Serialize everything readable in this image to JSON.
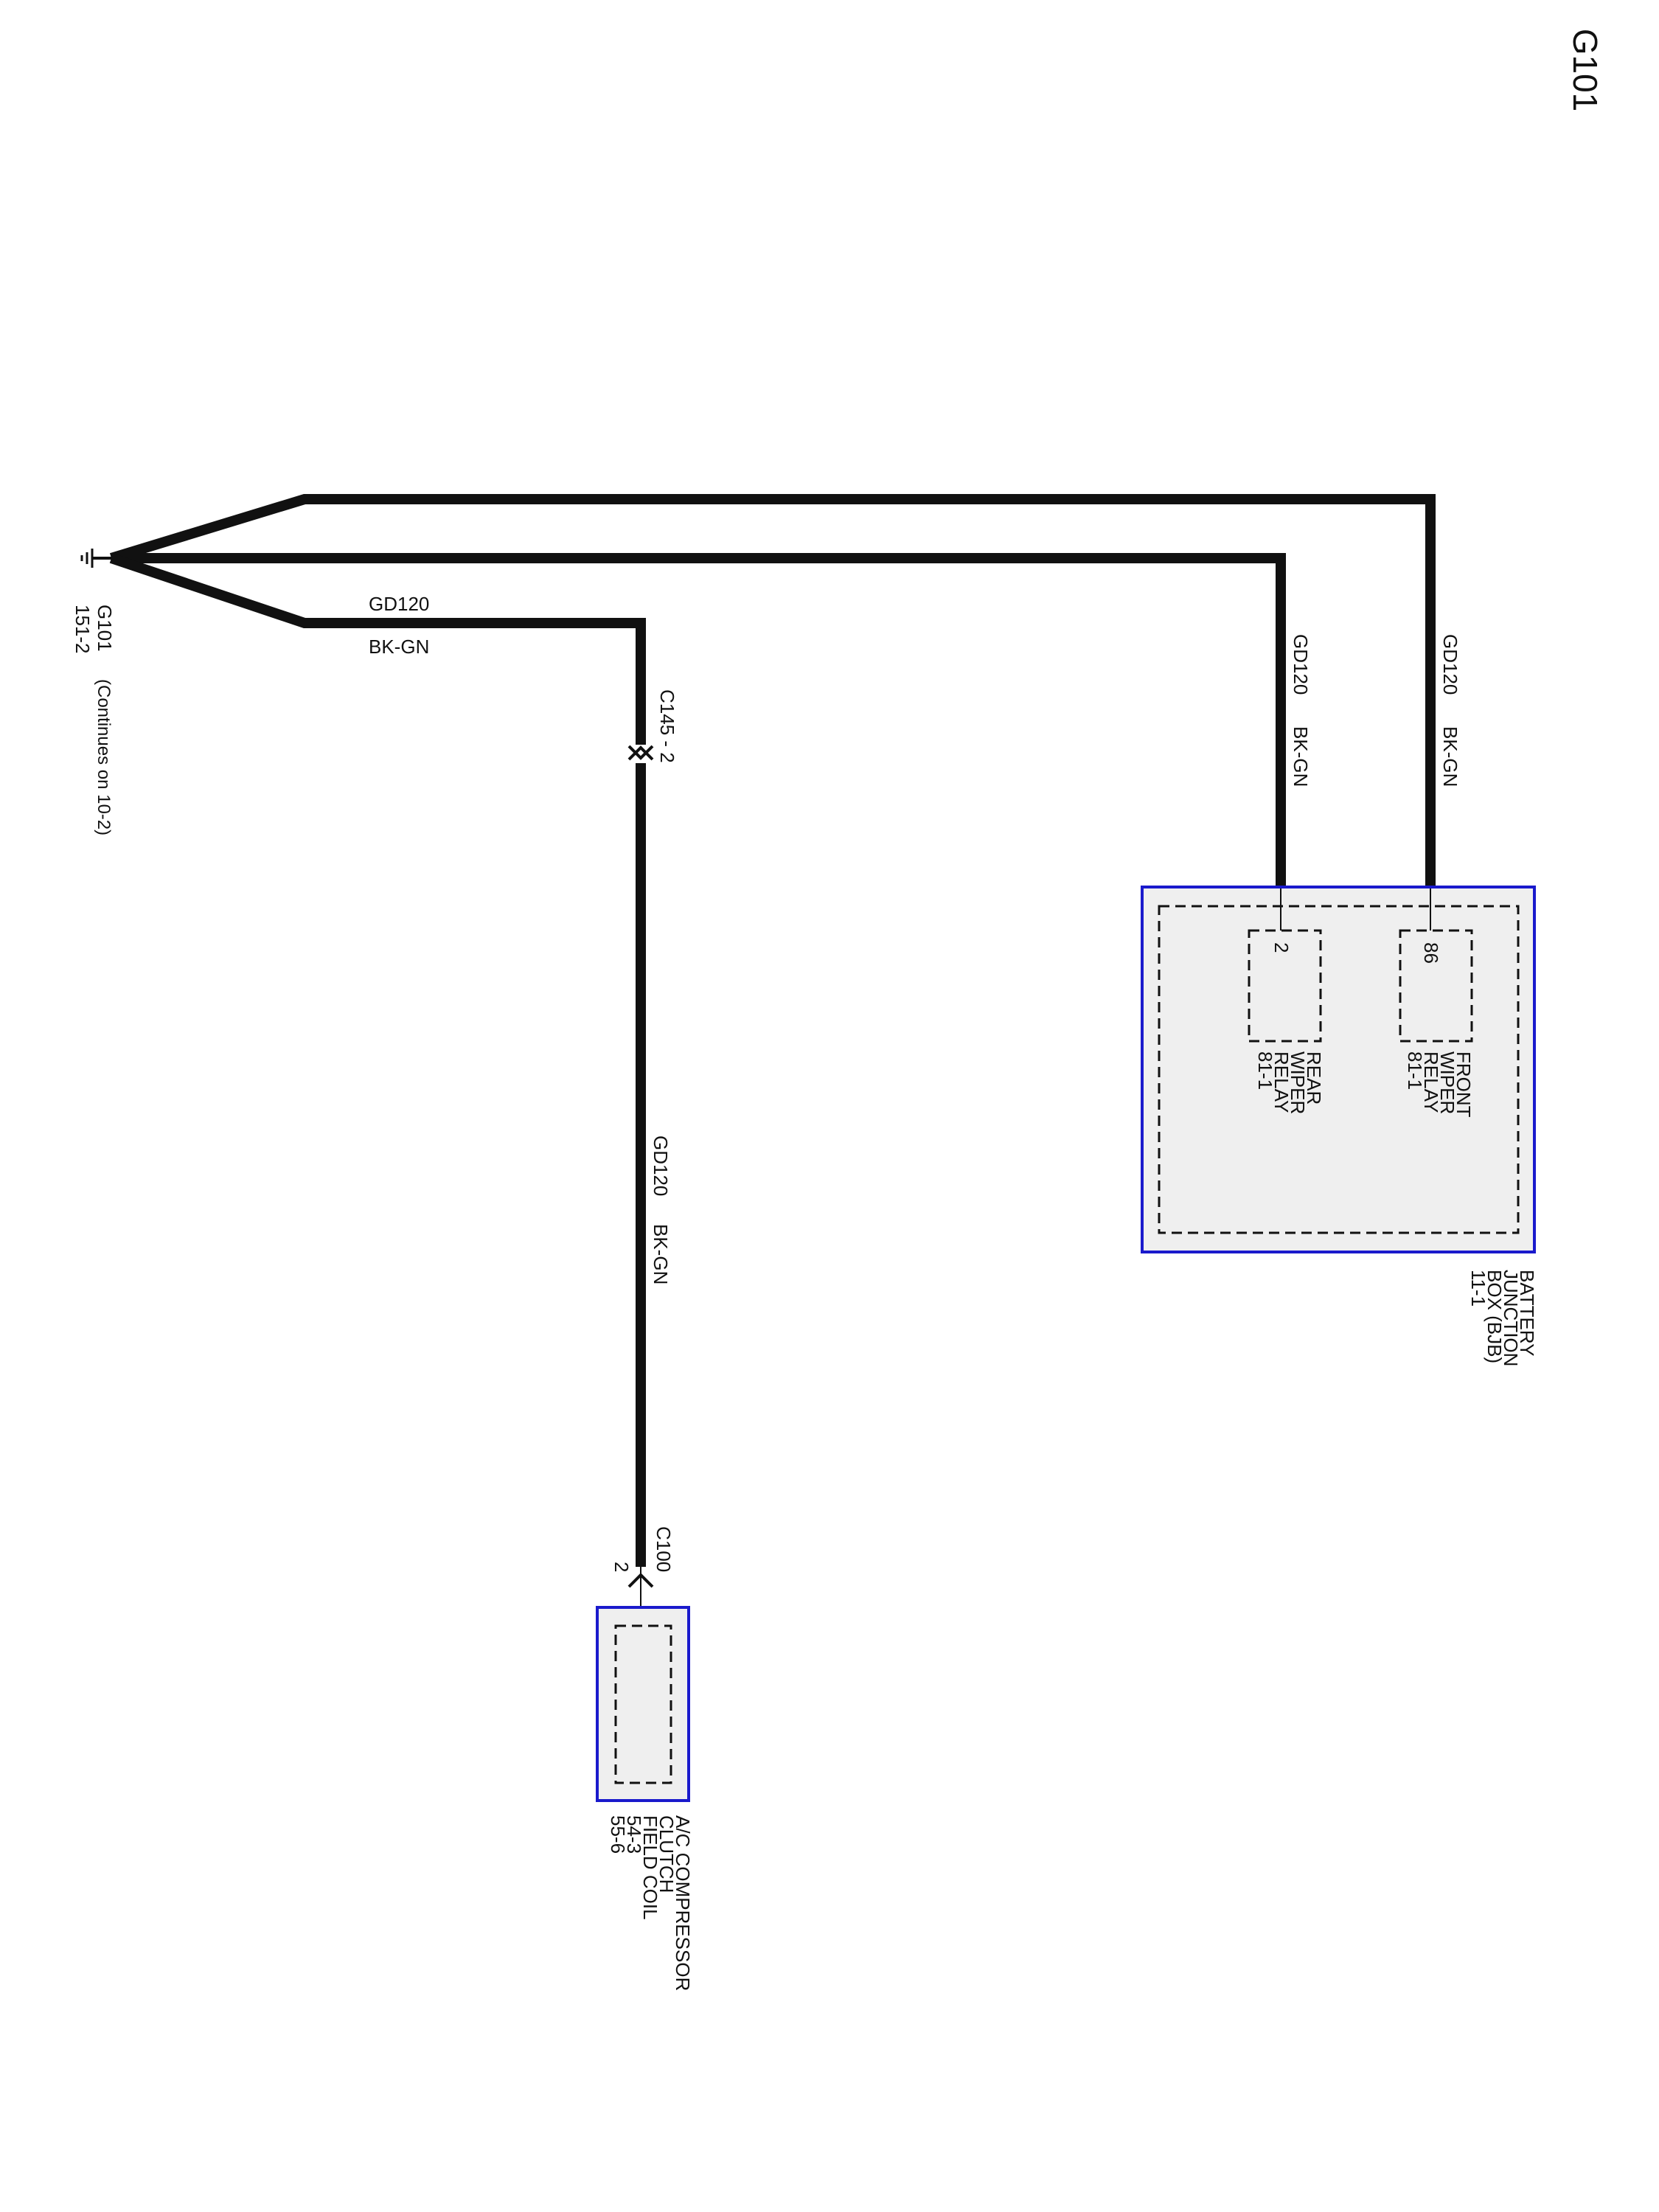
{
  "diagram_title": "G101",
  "ground": {
    "name": "G101",
    "location": "151-2",
    "note": "(Continues on 10-2)"
  },
  "wire": {
    "circuit": "GD120",
    "color_code": "BK-GN"
  },
  "connector_c145": "C145 - 2",
  "connector_c100": "C100",
  "connector_c100_pin": "2",
  "bjb": {
    "name_lines": [
      "BATTERY",
      "JUNCTION",
      "BOX (BJB)",
      "11-1"
    ],
    "front_relay": {
      "pin": "86",
      "lines": [
        "FRONT",
        "WIPER",
        "RELAY",
        "81-1"
      ]
    },
    "rear_relay": {
      "pin": "2",
      "lines": [
        "REAR",
        "WIPER",
        "RELAY",
        "81-1"
      ]
    }
  },
  "ac_coil": {
    "lines": [
      "A/C COMPRESSOR",
      "CLUTCH",
      "FIELD COIL",
      "54-3",
      "55-6"
    ]
  },
  "colors": {
    "wire": "#111111",
    "component_border": "#1a1acc",
    "component_fill": "#efefef"
  }
}
